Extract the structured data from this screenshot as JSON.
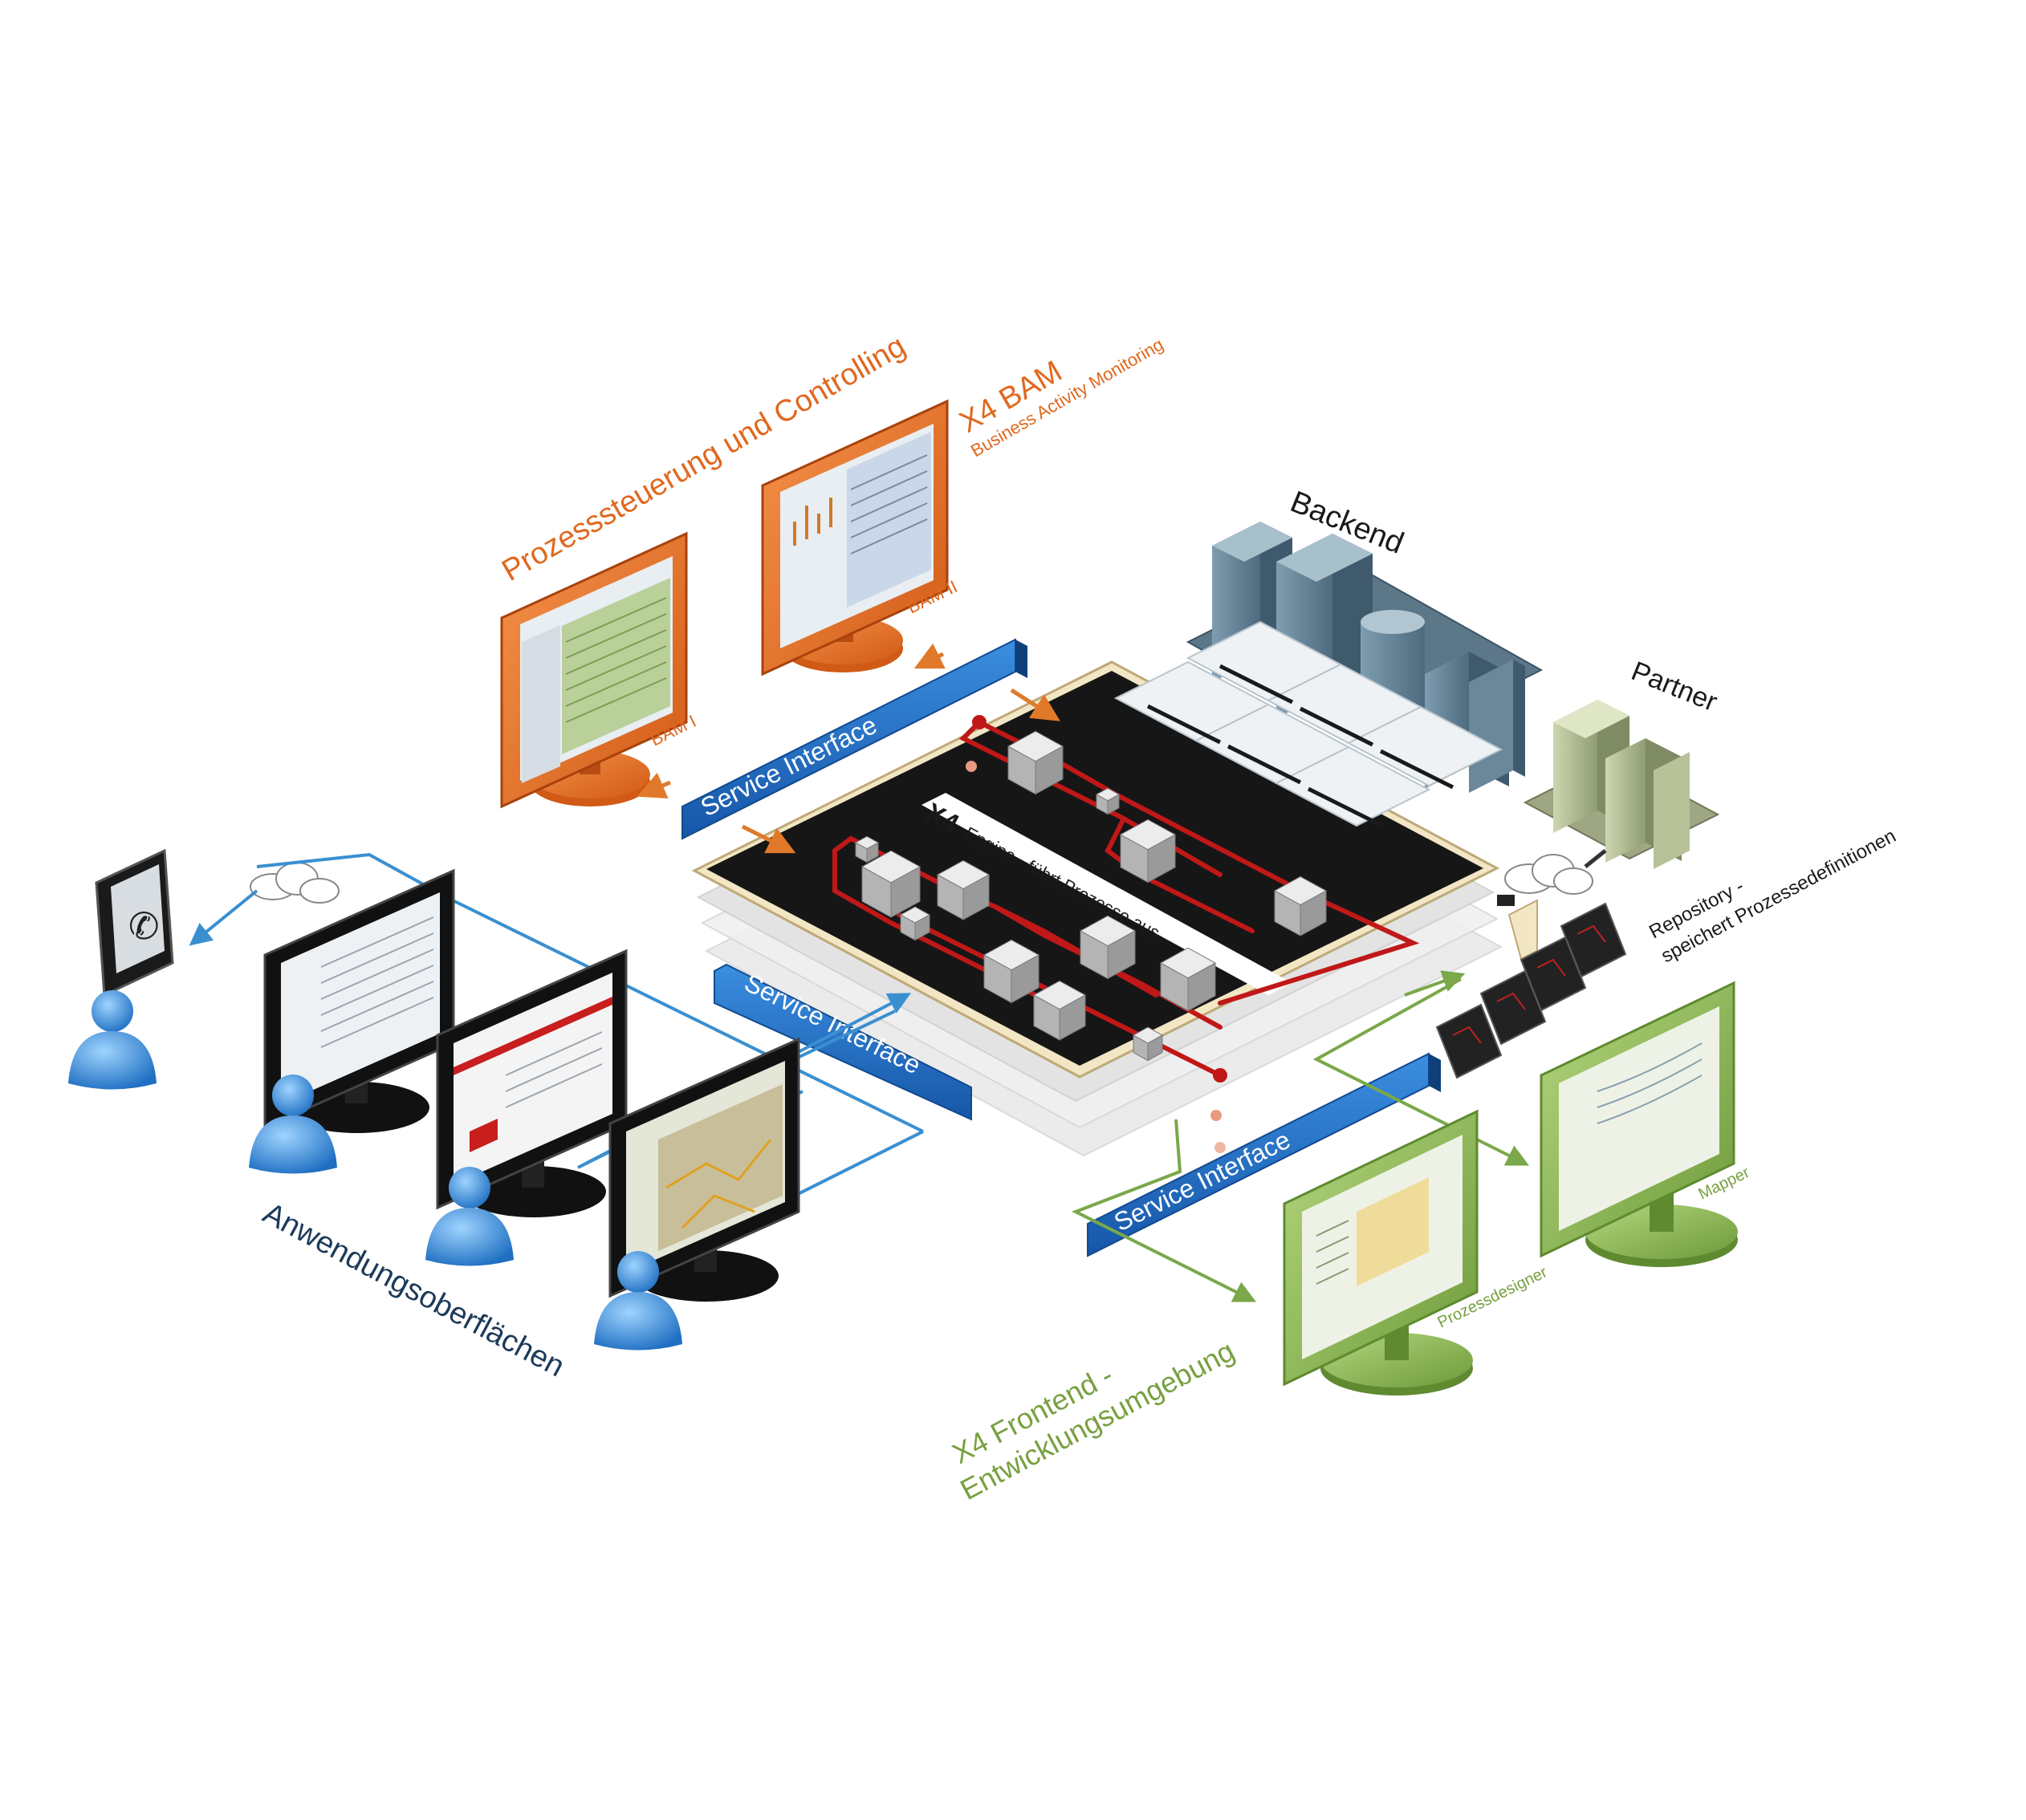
{
  "labels": {
    "prozesssteuerung": "Prozesssteuerung und Controlling",
    "x4_bam": "X4 BAM",
    "bam_subtitle": "Business Activity Monitoring",
    "bam_1": "BAM I",
    "bam_2": "BAM II",
    "backend": "Backend",
    "partner": "Partner",
    "repository_line1": "Repository -",
    "repository_line2": "speichert Prozessedefinitionen",
    "engine": "Engine - führt Prozesse aus",
    "engine_logo": "X4",
    "service_interface_top": "Service Interface",
    "service_interface_middle": "Service Interface",
    "service_interface_bottom": "Service Interface",
    "anwendungsoberflaechen": "Anwendungsoberflächen",
    "frontend_line1": "X4 Frontend -",
    "frontend_line2": "Entwicklungsumgebung",
    "prozessdesigner": "Prozessdesigner",
    "mapper": "Mapper"
  },
  "colors": {
    "orange": "#e0681f",
    "green": "#78a040",
    "blue_interface": "#1f6fc2",
    "engine_black": "#1a1a1a",
    "process_red": "#c01818",
    "navy_text": "#1d3a5a",
    "server_slate": "#5f7f94",
    "partner_khaki": "#a8b58a"
  },
  "icons": {
    "person": "person-icon",
    "phone": "phone-icon",
    "cloud": "cloud-icon",
    "monitor": "monitor-icon",
    "server": "server-icon",
    "database": "database-icon",
    "folder": "folder-icon"
  }
}
